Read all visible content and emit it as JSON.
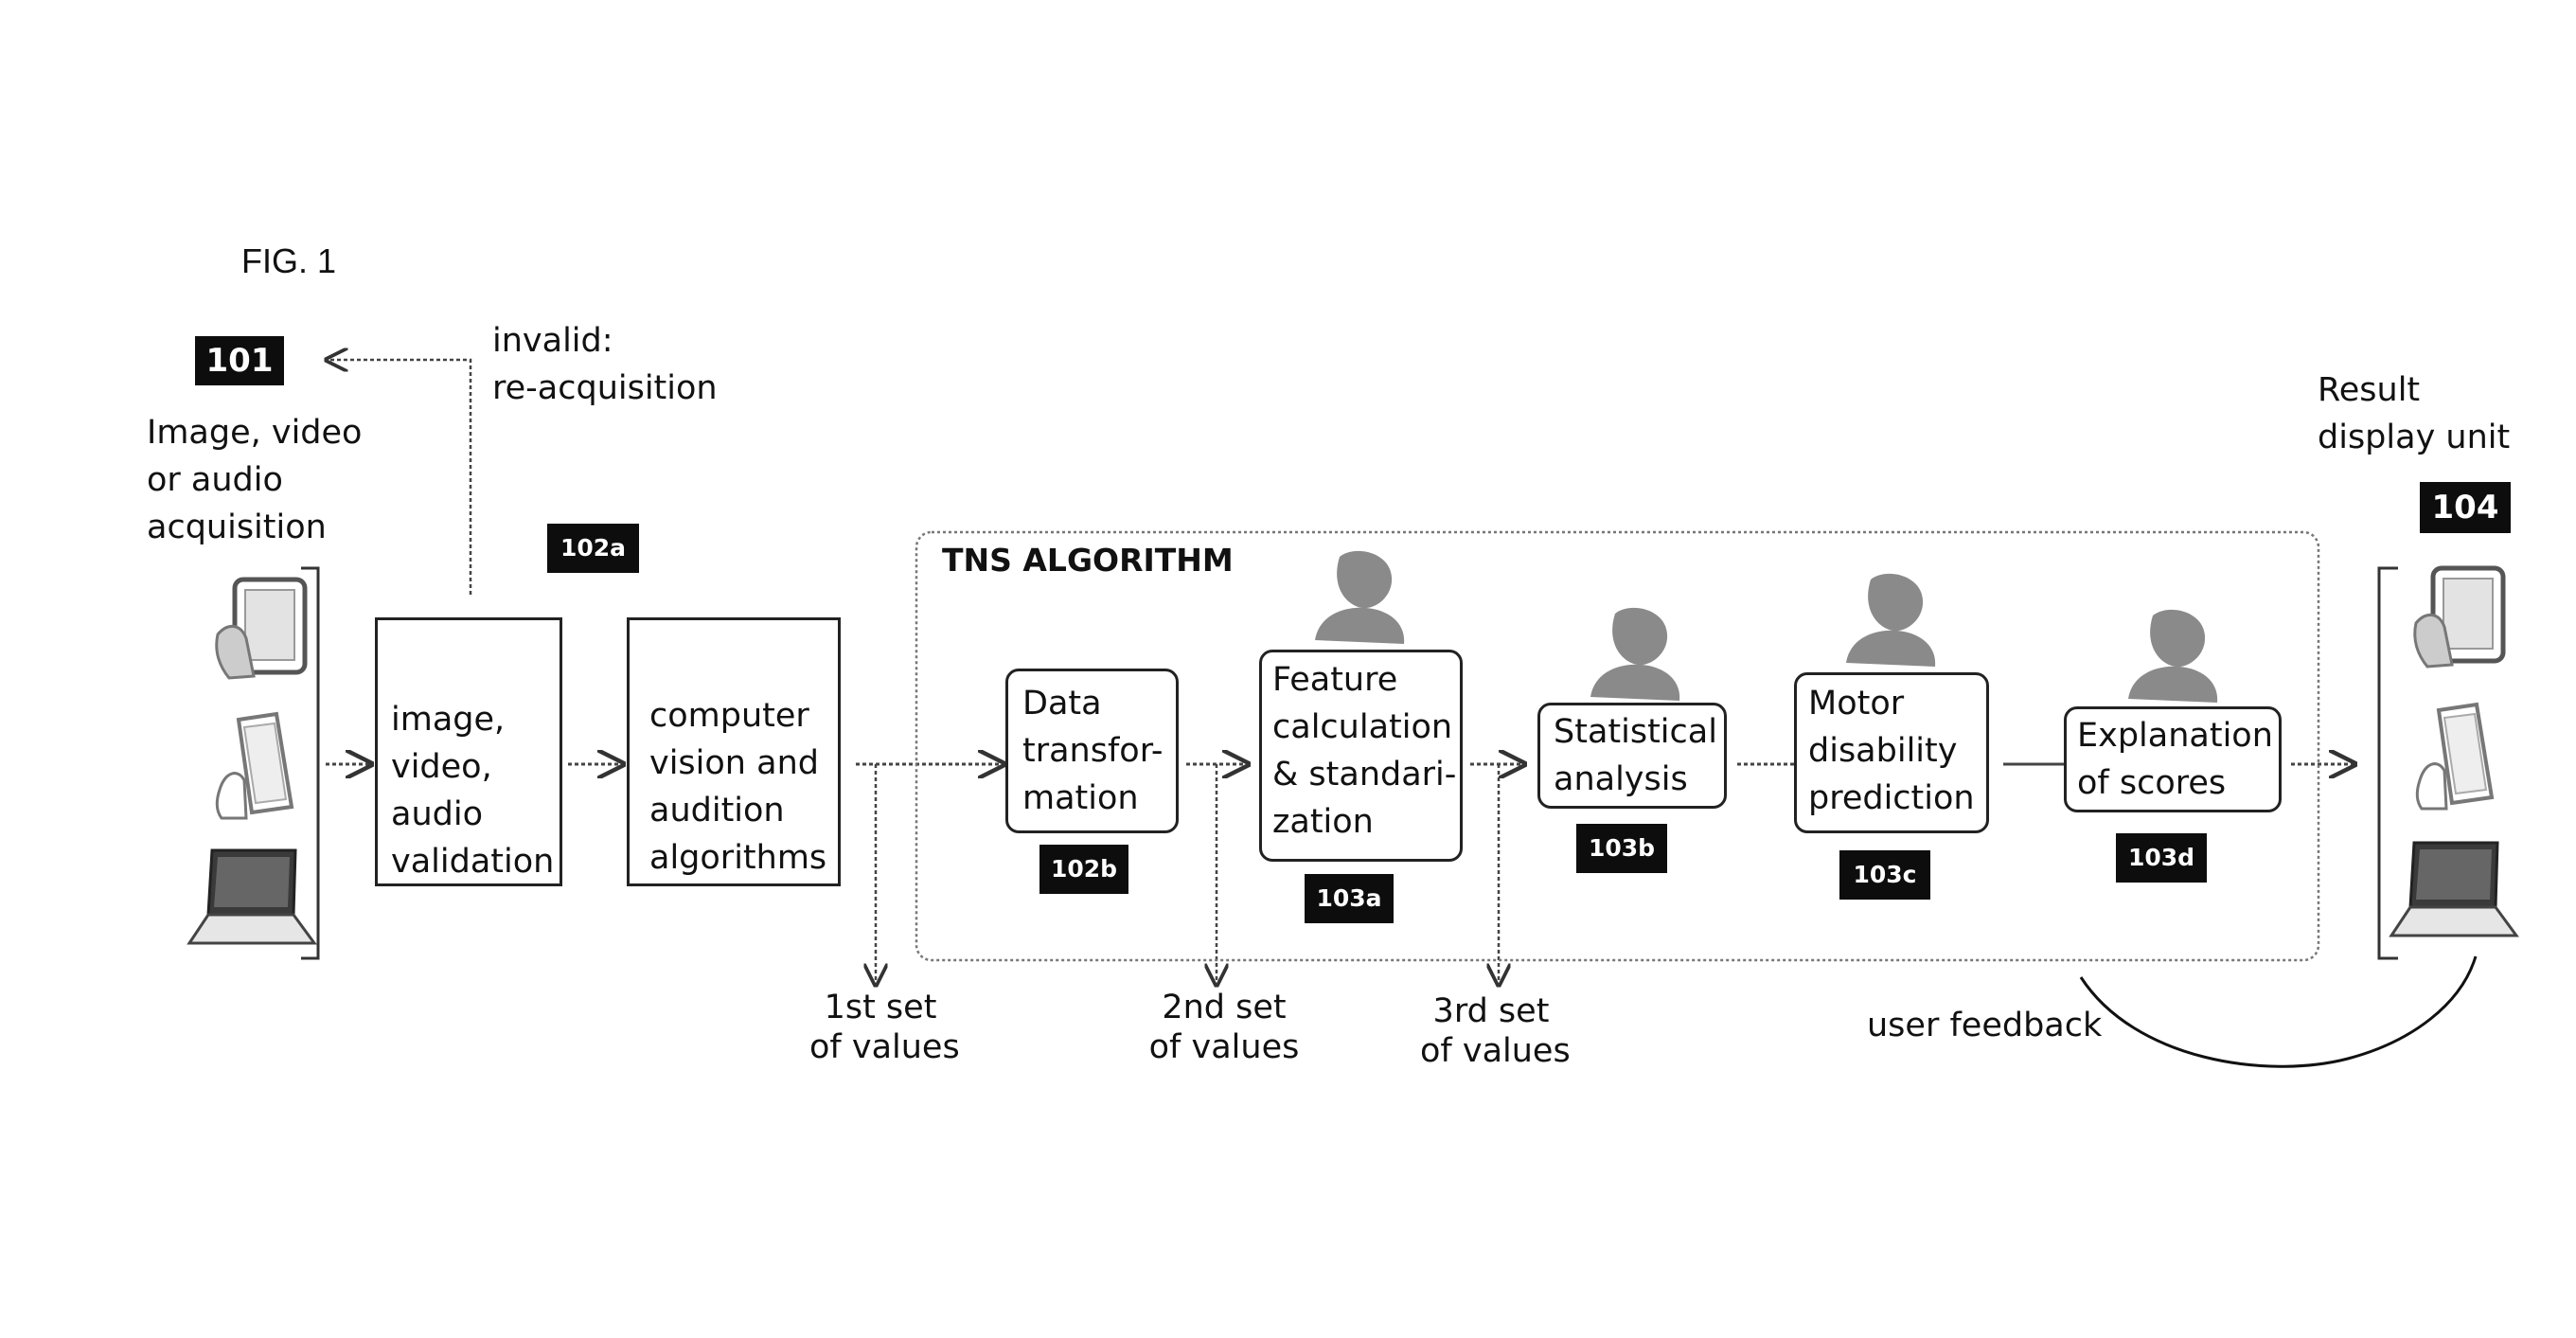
{
  "figure_label": "FIG. 1",
  "acquisition": {
    "ref": "101",
    "label": [
      "Image, video",
      "or audio",
      "acquisition"
    ]
  },
  "invalid_loop": {
    "label": [
      "invalid:",
      "re-acquisition"
    ]
  },
  "validation": {
    "ref": "102a",
    "label": [
      "image,",
      "video,",
      "audio",
      "validation"
    ]
  },
  "algorithms": {
    "label": [
      "computer",
      "vision and",
      "audition",
      "algorithms"
    ]
  },
  "tns": {
    "title": "TNS ALGORITHM",
    "steps": [
      {
        "ref": "102b",
        "label": [
          "Data",
          "transfor-",
          "mation"
        ]
      },
      {
        "ref": "103a",
        "label": [
          "Feature",
          "calculation",
          "& standari-",
          "zation"
        ]
      },
      {
        "ref": "103b",
        "label": [
          "Statistical",
          "analysis"
        ]
      },
      {
        "ref": "103c",
        "label": [
          "Motor",
          "disability",
          "prediction"
        ]
      },
      {
        "ref": "103d",
        "label": [
          "Explanation",
          "of scores"
        ]
      }
    ]
  },
  "value_sets": [
    [
      "1st set",
      "of values"
    ],
    [
      "2nd set",
      "of values"
    ],
    [
      "3rd set",
      "of values"
    ]
  ],
  "result": {
    "ref": "104",
    "label": [
      "Result",
      "display unit"
    ]
  },
  "feedback": {
    "label": "user feedback"
  },
  "icons": [
    "tablet-hand-icon",
    "phone-hand-icon",
    "laptop-icon",
    "image-file-icon",
    "user-silhouette-icon"
  ]
}
